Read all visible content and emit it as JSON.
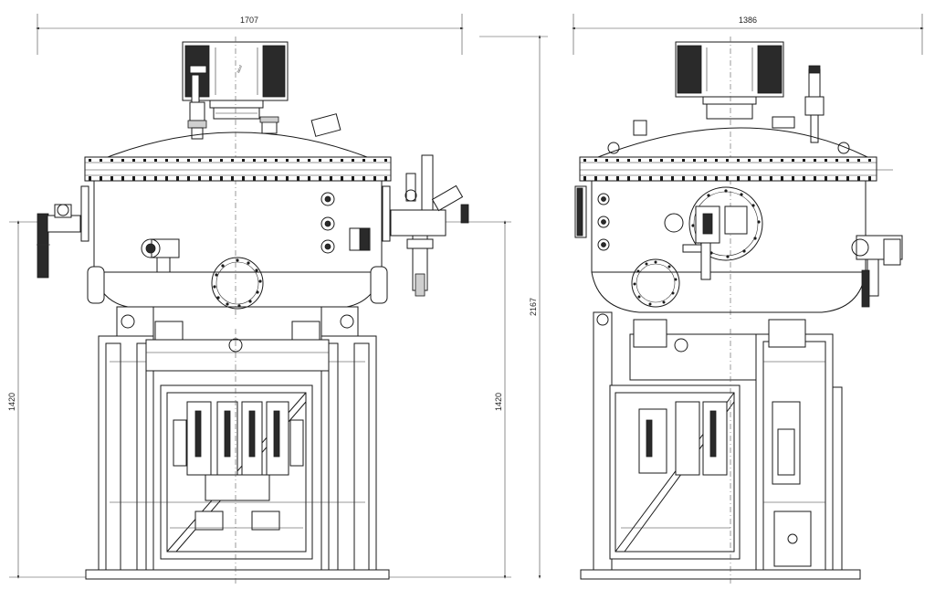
{
  "drawing": {
    "front_view": {
      "overall_width": "1707",
      "frame_height": "1420",
      "frame_height_inner": "1420"
    },
    "side_view": {
      "overall_width": "1386",
      "overall_height": "2167"
    }
  }
}
